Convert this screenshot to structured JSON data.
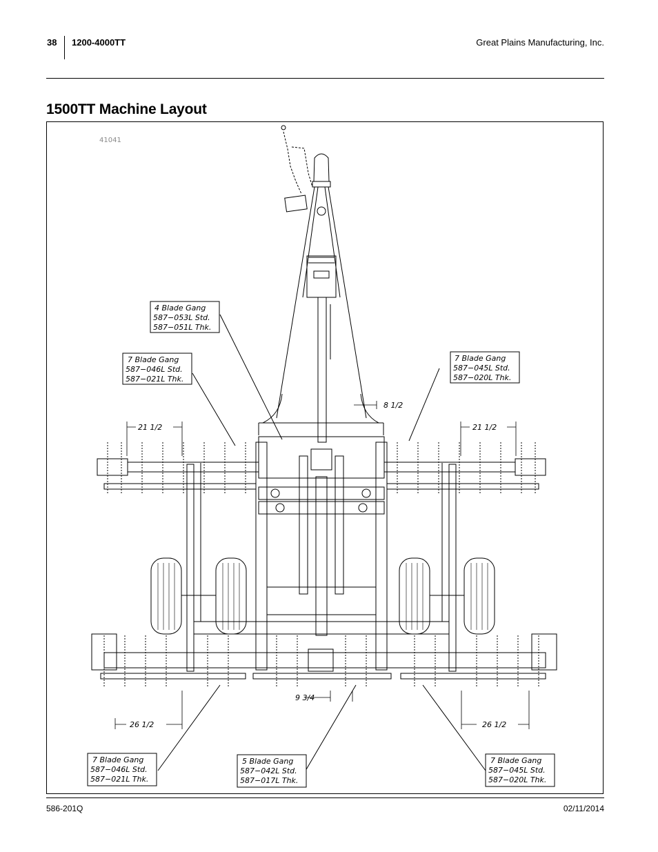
{
  "header": {
    "page_number": "38",
    "model": "1200-4000TT",
    "company": "Great Plains Manufacturing, Inc."
  },
  "section_title": "1500TT Machine Layout",
  "figure": {
    "figure_id": "41041",
    "callouts": {
      "top_center": [
        "4 Blade Gang",
        "587−053L Std.",
        "587−051L Thk."
      ],
      "mid_left": [
        "7 Blade Gang",
        "587−046L Std.",
        "587−021L Thk."
      ],
      "mid_right": [
        "7 Blade Gang",
        "587−045L Std.",
        "587−020L Thk."
      ],
      "bottom_left": [
        "7 Blade Gang",
        "587−046L Std.",
        "587−021L Thk."
      ],
      "bottom_center": [
        "5 Blade Gang",
        "587−042L Std.",
        "587−017L Thk."
      ],
      "bottom_right": [
        "7 Blade Gang",
        "587−045L Std.",
        "587−020L Thk."
      ]
    },
    "dimensions": {
      "hitch_offset": "8 1/2",
      "front_left": "21 1/2",
      "front_right": "21 1/2",
      "rear_center": "9 3/4",
      "rear_left": "26 1/2",
      "rear_right": "26 1/2"
    }
  },
  "footer": {
    "doc_number": "586-201Q",
    "date": "02/11/2014"
  }
}
